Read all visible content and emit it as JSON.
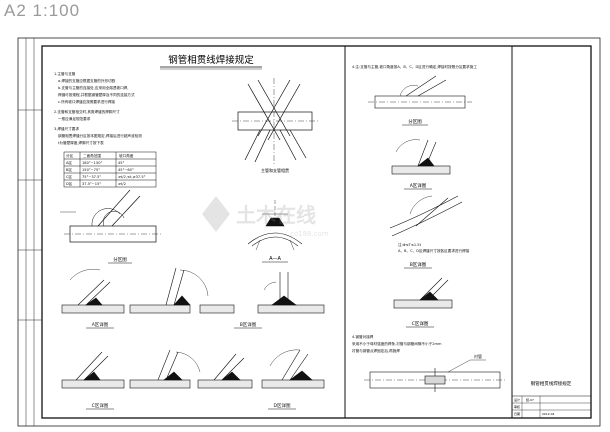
{
  "sheet_scale": "A2 1:100",
  "title": "钢管相贯线焊接规定",
  "main_caption": "主管和支管相贯",
  "section_aa": "A—A",
  "fenqu_left": "分区图",
  "fenqu_right": "分区图",
  "detail_a": "A区详图",
  "detail_b": "B区详图",
  "detail_c": "C区详图",
  "detail_d": "D区详图",
  "detail_a_right": "A区详图",
  "detail_b_right": "B区详图",
  "detail_c_right": "C区详图",
  "left_notes": [
    "1.主管与支管",
    "a.焊接的支管应根据支管的外形切割",
    "b.支管与主管的连接处,应采用全熔透坡口焊,",
    "  焊缝可按规程,并根据钢管壁厚及不同的连接方式",
    "c.所有坡口焊缝应按照要求进行焊接",
    "2.支管和支管相交时,其角焊缝的焊脚尺寸",
    "  一般应满足规范要求",
    "3.焊缝尺寸要求",
    "  钢管相贯焊缝分区按本图规定,焊接后进行超声波检测",
    "  t为管壁厚度,焊脚尺寸按下表"
  ],
  "table": {
    "headers": [
      "分区",
      "二面角范围",
      "坡口角度"
    ],
    "rows": [
      [
        "A区",
        "180°~150°",
        "45°"
      ],
      [
        "B区",
        "150°~75°",
        "45°~60°"
      ],
      [
        "C区",
        "75°~37.5°",
        "≥t/2,≤t,≥37.5°"
      ],
      [
        "D区",
        "37.5°~15°",
        "≥t/2"
      ]
    ]
  },
  "right_note_top": "4.注:支管与主管,坡口角度按A、B、C、D区进行确定,焊接时按照分区要求施工",
  "right_note_mid": [
    "注:Φ≤T≤1.5t",
    "A、B、C、D区焊缝尺寸按各区要求进行焊接"
  ],
  "right_note_bottom": [
    "4.钢管对接焊",
    "采用不小于母材强度的焊条,衬管与钢管间隙不小于2mm",
    "衬管与钢管点焊固定后,再施焊"
  ],
  "label_pipe": "衬管",
  "title_block_title": "钢管相贯线焊接规定",
  "title_block_drawing_no": "结-07",
  "title_block_rows": [
    "设计",
    "审核",
    "日期"
  ],
  "title_block_date": "2012.04",
  "watermark_text": "土木在线",
  "watermark_sub": "co188.com"
}
